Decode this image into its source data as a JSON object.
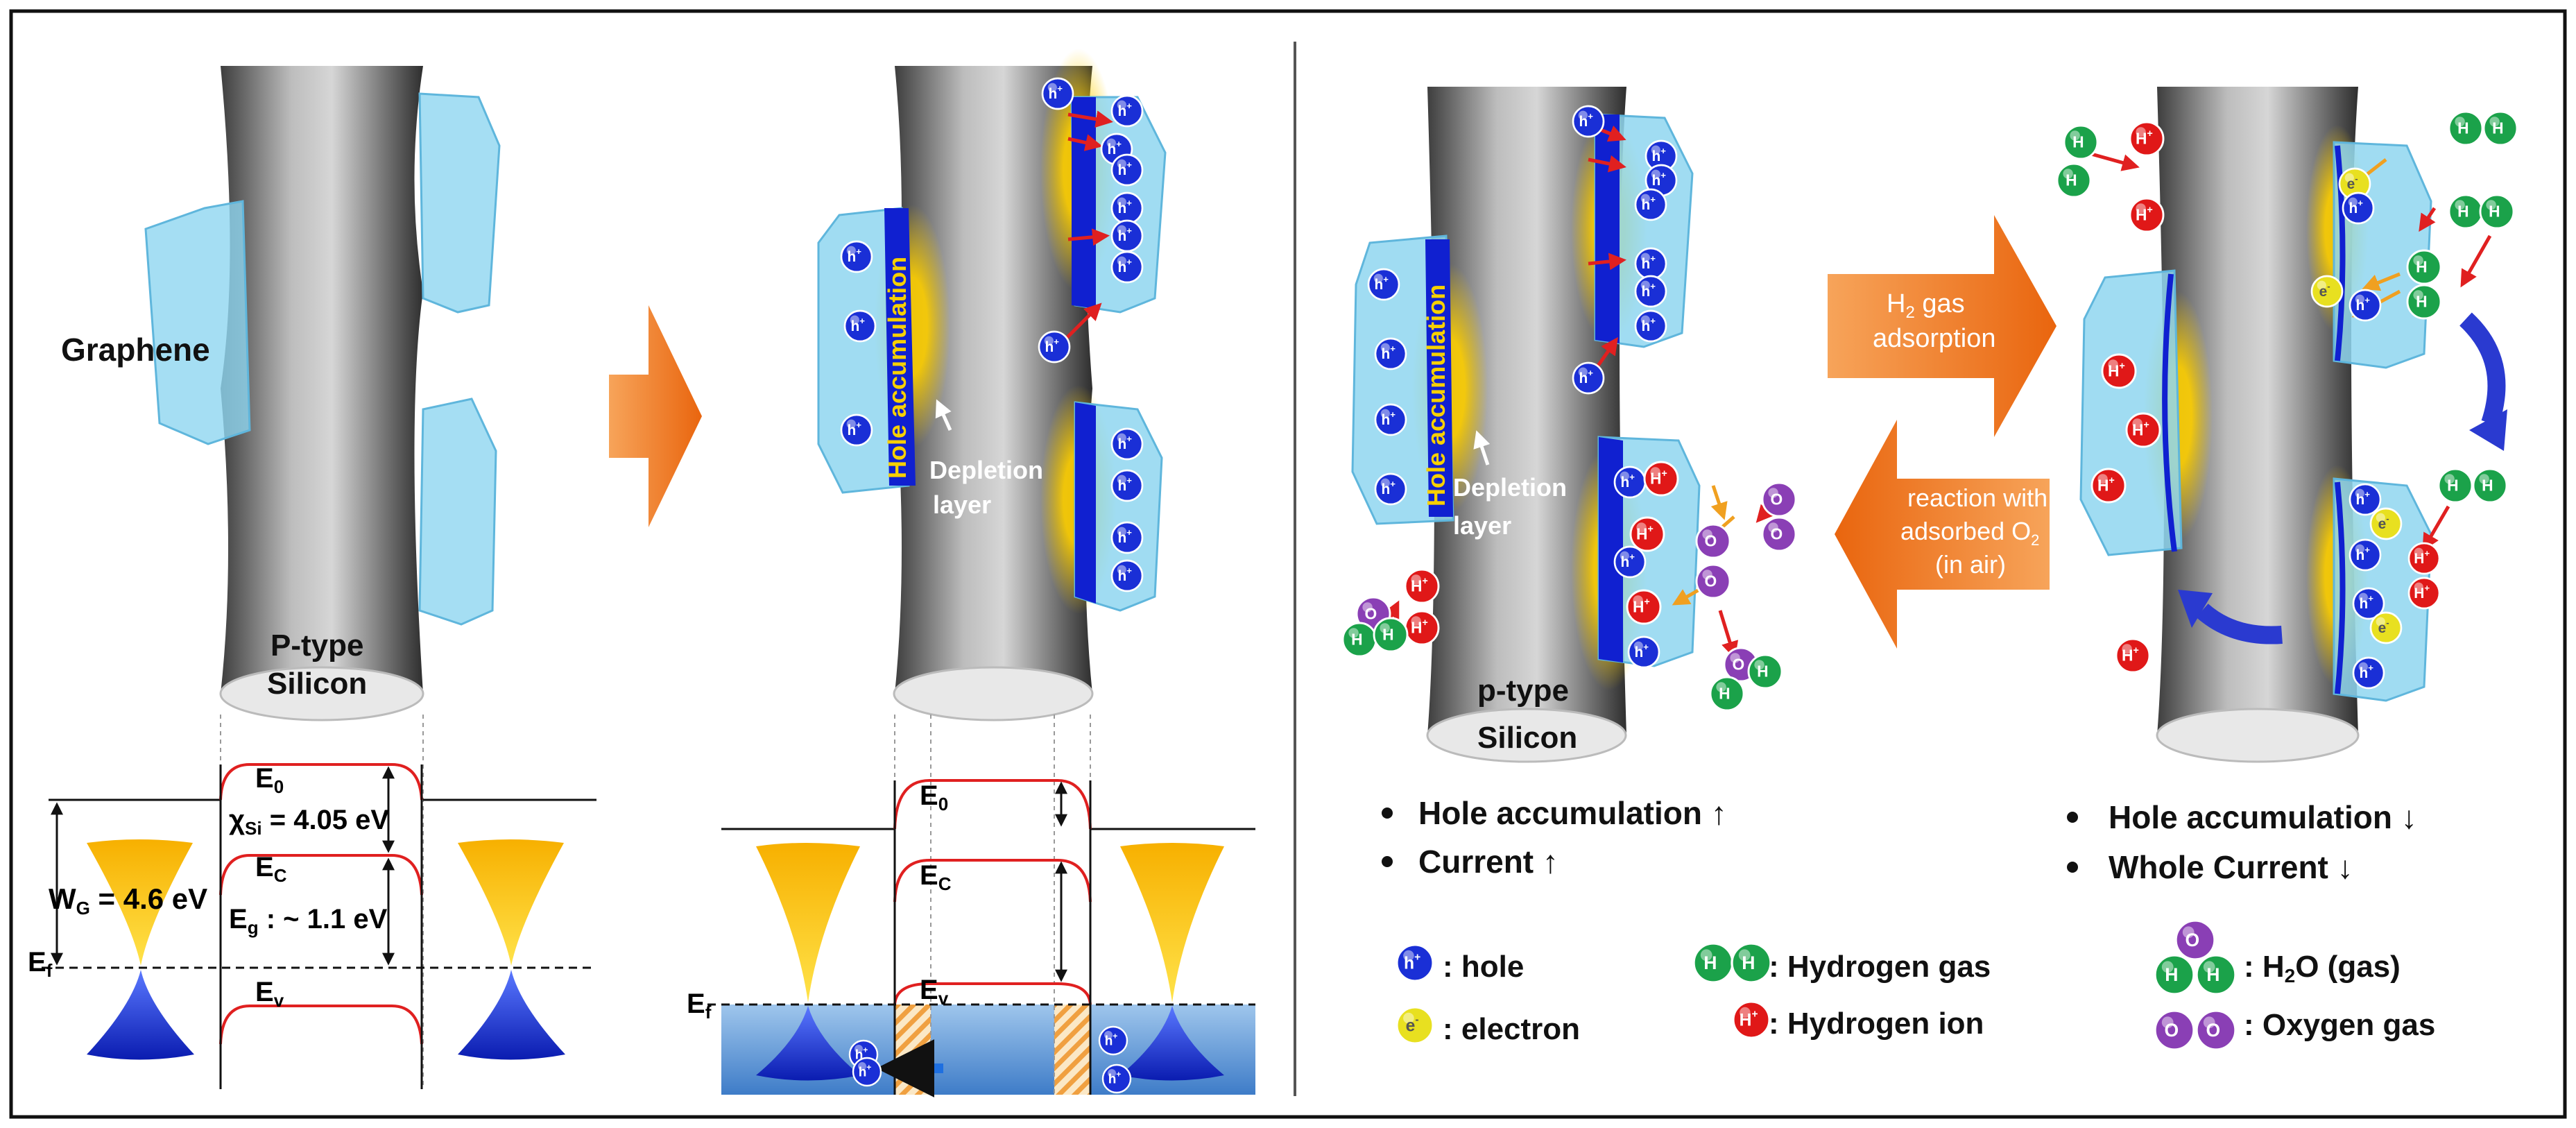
{
  "panel1": {
    "graphene_label": "Graphene",
    "wire_label": [
      "P-type",
      "Silicon"
    ],
    "E0": "E",
    "E0_sub": "0",
    "chi": "χ",
    "chi_sub": "Si",
    "chi_value": " = 4.05 eV",
    "Ec": "E",
    "Ec_sub": "C",
    "Eg": "E",
    "Eg_sub": "g",
    "Eg_value": " : ~ 1.1 eV",
    "Ev": "E",
    "Ev_sub": "v",
    "Ef": "E",
    "Ef_sub": "f",
    "WG": "W",
    "WG_sub": "G",
    "WG_value": " = 4.6 eV"
  },
  "panel2": {
    "hole_accumulation": "Hole accumulation",
    "depletion": [
      "Depletion",
      "layer"
    ],
    "E0": "E",
    "E0_sub": "0",
    "Ec": "E",
    "Ec_sub": "C",
    "Ev": "E",
    "Ev_sub": "v",
    "Ef": "E",
    "Ef_sub": "f"
  },
  "panel3": {
    "hole_accumulation": "Hole accumulation",
    "depletion": [
      "Depletion",
      "layer"
    ],
    "wire_label": [
      "p-type",
      "Silicon"
    ],
    "bullets": [
      "Hole accumulation ↑",
      "Current ↑"
    ]
  },
  "arrows": {
    "h2_adsorption": [
      "H",
      "2",
      " gas",
      "adsorption"
    ],
    "reaction": [
      "reaction with",
      "adsorbed O",
      "2",
      "(in air)"
    ]
  },
  "panel4": {
    "bullets": [
      "Hole accumulation ↓",
      "Whole Current ↓"
    ]
  },
  "legend": {
    "hole": ": hole",
    "electron": ": electron",
    "hydrogen_gas": ": Hydrogen gas",
    "hydrogen_ion": ": Hydrogen ion",
    "water": [
      ": H",
      "2",
      "O (gas)"
    ],
    "oxygen_gas": ": Oxygen gas"
  },
  "symbols": {
    "hole": "h",
    "hole_sup": "+",
    "electron": "e",
    "electron_sup": "-",
    "hydrogen": "H",
    "hydrogen_sup": "+",
    "oxygen": "O"
  },
  "colors": {
    "hole": "#1a2fd6",
    "electron": "#e8e020",
    "hydrogen_ion": "#e01818",
    "hydrogen_gas": "#1ba24a",
    "oxygen": "#8a3fb5",
    "graphene": "#8fd6f0",
    "accumulation": "#1020d0",
    "depletion": "#f2c200",
    "band": "#e02020",
    "arrow": "#f07a1c"
  }
}
